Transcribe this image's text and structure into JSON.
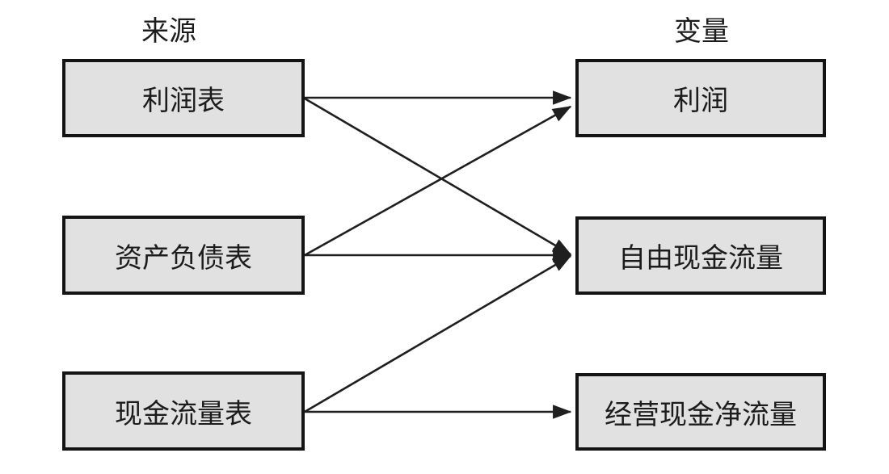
{
  "diagram": {
    "left_header": "来源",
    "right_header": "变量",
    "sources": [
      {
        "label": "利润表"
      },
      {
        "label": "资产负债表"
      },
      {
        "label": "现金流量表"
      }
    ],
    "variables": [
      {
        "label": "利润"
      },
      {
        "label": "自由现金流量"
      },
      {
        "label": "经营现金净流量"
      }
    ],
    "connections": [
      {
        "from": "利润表",
        "to": "利润"
      },
      {
        "from": "利润表",
        "to": "自由现金流量"
      },
      {
        "from": "资产负债表",
        "to": "利润"
      },
      {
        "from": "资产负债表",
        "to": "自由现金流量"
      },
      {
        "from": "现金流量表",
        "to": "自由现金流量"
      },
      {
        "from": "现金流量表",
        "to": "经营现金净流量"
      }
    ],
    "colors": {
      "background": "#ffffff",
      "box_fill": "#e1e1e1",
      "box_border": "#141414",
      "arrow": "#1f1f1f",
      "text": "#1c1c1c"
    }
  }
}
